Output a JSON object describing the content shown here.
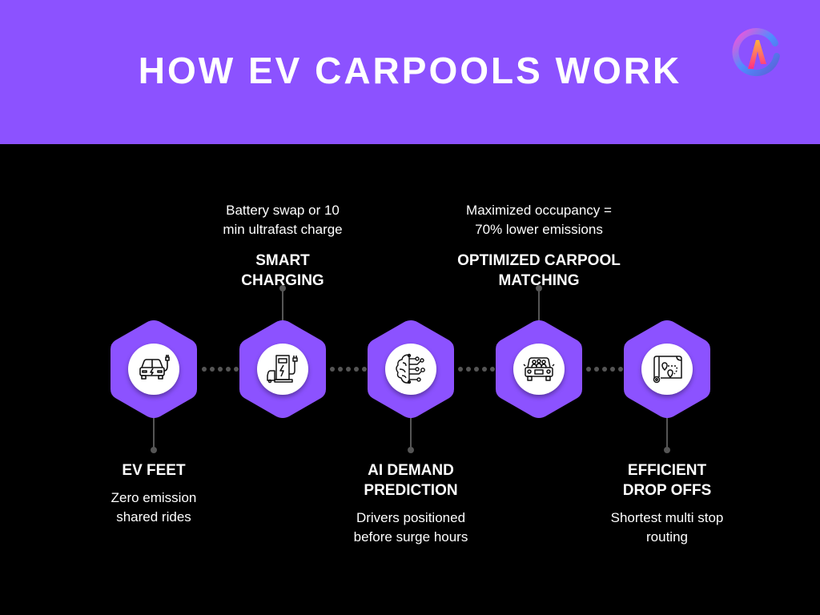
{
  "header": {
    "title": "HOW EV CARPOOLS WORK",
    "background_color": "#8c52ff",
    "logo": "gradient-circle-a-logo-icon"
  },
  "colors": {
    "accent": "#8c52ff",
    "background": "#000000",
    "connector": "#555555",
    "text": "#ffffff"
  },
  "steps": [
    {
      "heading_line1": "EV FEET",
      "heading_line2": "",
      "desc_line1": "Zero emission",
      "desc_line2": "shared rides",
      "icon": "electric-car-plug-icon",
      "label_position": "below"
    },
    {
      "heading_line1": "SMART",
      "heading_line2": "CHARGING",
      "desc_line1": "Battery swap or 10",
      "desc_line2": "min ultrafast charge",
      "icon": "charging-station-icon",
      "label_position": "above"
    },
    {
      "heading_line1": "AI DEMAND",
      "heading_line2": "PREDICTION",
      "desc_line1": "Drivers positioned",
      "desc_line2": "before surge hours",
      "icon": "ai-brain-circuit-icon",
      "label_position": "below"
    },
    {
      "heading_line1": "OPTIMIZED CARPOOL",
      "heading_line2": "MATCHING",
      "desc_line1": "Maximized occupancy =",
      "desc_line2": "70% lower emissions",
      "icon": "car-passengers-icon",
      "label_position": "above"
    },
    {
      "heading_line1": "EFFICIENT",
      "heading_line2": "DROP OFFS",
      "desc_line1": "Shortest multi stop",
      "desc_line2": "routing",
      "icon": "route-map-icon",
      "label_position": "below"
    }
  ]
}
